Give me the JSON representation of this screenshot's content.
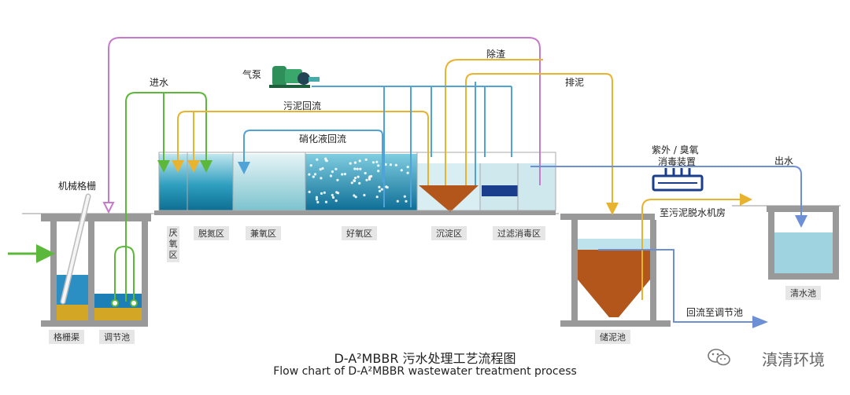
{
  "labels": {
    "inlet": "进水",
    "air_pump": "气泵",
    "sludge_return": "污泥回流",
    "nitrified_return": "硝化液回流",
    "slag_removal": "除渣",
    "sludge_discharge": "排泥",
    "screen": "机械格栅",
    "uv_ozone_line1": "紫外 / 臭氧",
    "uv_ozone_line2": "消毒装置",
    "outlet": "出水",
    "to_dewatering": "至污泥脱水机房",
    "return_to_regulating": "回流至调节池"
  },
  "zones": {
    "anaerobic": "厌\n氧\n区",
    "denitrification": "脱氮区",
    "facultative": "兼氧区",
    "aerobic": "好氧区",
    "sedimentation": "沉淀区",
    "filter_disinfection": "过滤消毒区",
    "screen_channel": "格栅渠",
    "regulating_tank": "调节池",
    "sludge_tank": "储泥池",
    "clear_water_tank": "清水池"
  },
  "title": {
    "cn": "D-A²MBBR 污水处理工艺流程图",
    "en": "Flow chart of D-A²MBBR wastewater treatment process"
  },
  "brand": "滇清环境",
  "colors": {
    "green_line": "#5cb83a",
    "yellow_line": "#e8b32e",
    "blue_line": "#4fa3d6",
    "purple_line": "#c77ac9",
    "slate_line": "#6c8fd6",
    "water": "#1f8fb0",
    "sludge": "#b3561c",
    "wall": "#888888"
  }
}
